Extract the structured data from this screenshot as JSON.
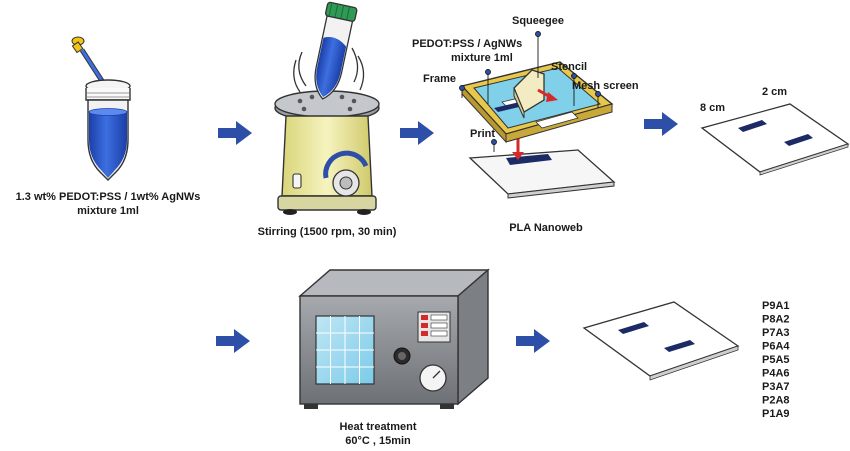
{
  "step1": {
    "caption_line1": "1.3 wt% PEDOT:PSS / 1wt% AgNWs",
    "caption_line2": "mixture 1ml"
  },
  "step2": {
    "caption": "Stirring (1500 rpm, 30 min)"
  },
  "step3": {
    "squeegee": "Squeegee",
    "mixture_line1": "PEDOT:PSS /  AgNWs",
    "mixture_line2": "mixture 1ml",
    "stencil": "Stencil",
    "frame": "Frame",
    "mesh_screen": "Mesh screen",
    "print": "Print",
    "substrate": "PLA Nanoweb"
  },
  "step4": {
    "dim_length": "8 cm",
    "dim_width": "2 cm"
  },
  "step5": {
    "caption_line1": "Heat treatment",
    "caption_line2": "60°C , 15min"
  },
  "samples": [
    "P9A1",
    "P8A2",
    "P7A3",
    "P6A4",
    "P5A5",
    "P4A6",
    "P3A7",
    "P2A8",
    "P1A9"
  ],
  "colors": {
    "arrow": "#2e4fa8",
    "liquid": "#2a55c8",
    "electrode": "#1c2a66",
    "screen": "#7fd0e8",
    "frame": "#e8c84a"
  }
}
